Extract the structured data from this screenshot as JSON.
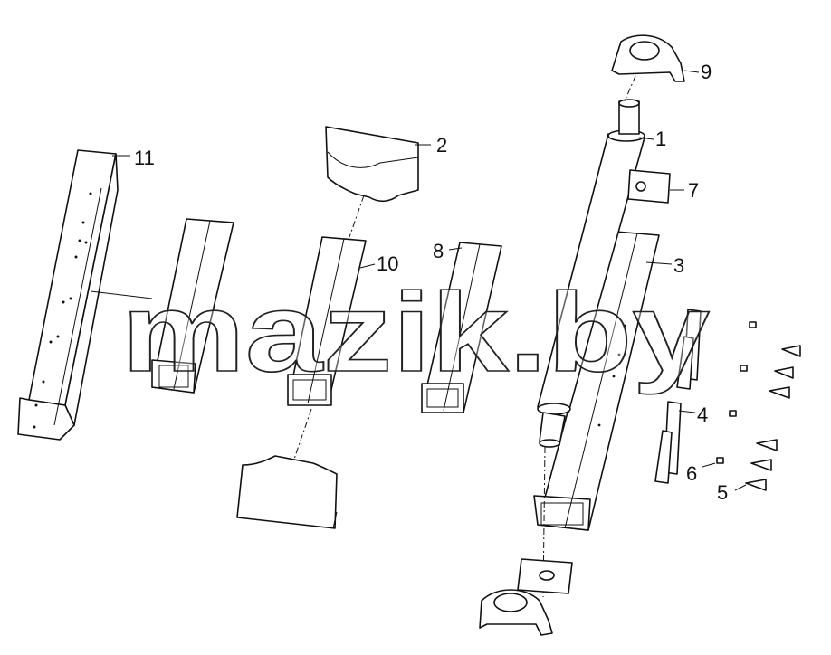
{
  "watermark": "mazik.by",
  "callouts": [
    {
      "id": "c1",
      "label": "1"
    },
    {
      "id": "c2",
      "label": "2"
    },
    {
      "id": "c3",
      "label": "3"
    },
    {
      "id": "c4",
      "label": "4"
    },
    {
      "id": "c5",
      "label": "5"
    },
    {
      "id": "c6",
      "label": "6"
    },
    {
      "id": "c7",
      "label": "7"
    },
    {
      "id": "c8",
      "label": "8"
    },
    {
      "id": "c9",
      "label": "9"
    },
    {
      "id": "c10",
      "label": "10"
    },
    {
      "id": "c11",
      "label": "11"
    }
  ]
}
